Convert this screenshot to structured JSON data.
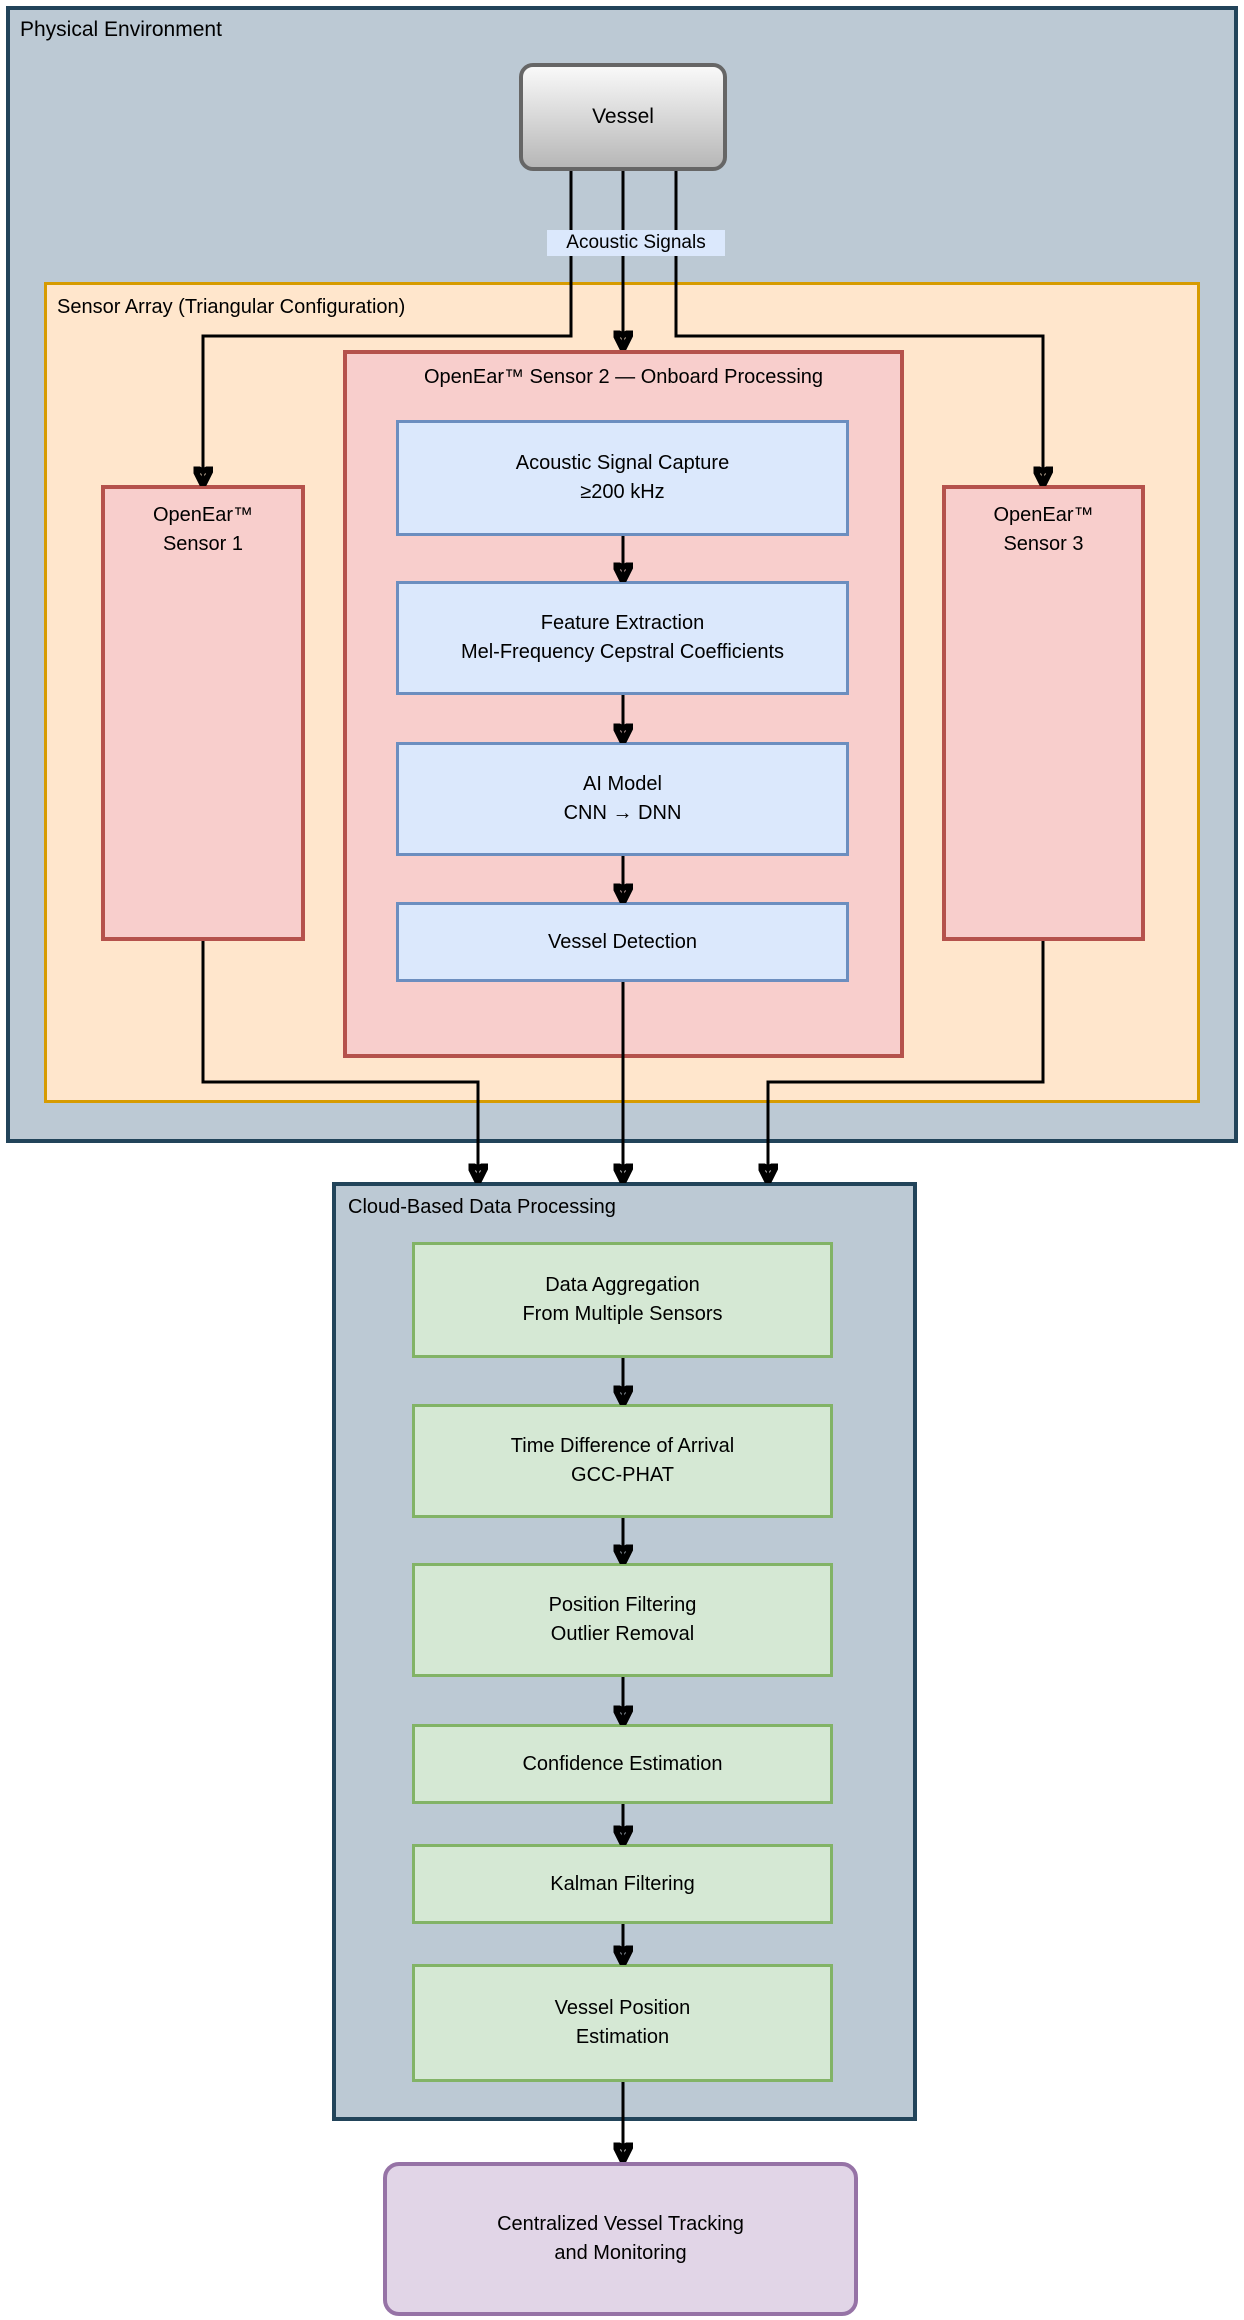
{
  "colors": {
    "outer_bg": "#bcc9d4",
    "outer_border": "#22445a",
    "orange_bg": "#ffe6cc",
    "orange_border": "#d79b00",
    "pink_bg": "#f8cecc",
    "pink_border": "#b5524c",
    "blue_bg": "#dbe8fc",
    "blue_border": "#6c8ebf",
    "green_bg": "#d5e8d4",
    "green_border": "#82b366",
    "purple_bg": "#e1d5e7",
    "purple_border": "#9673a6",
    "vessel_border": "#666666",
    "connector": "#000000"
  },
  "physical_environment": {
    "label": "Physical Environment"
  },
  "vessel": {
    "label": "Vessel"
  },
  "acoustic_signals": {
    "label": "Acoustic Signals"
  },
  "sensor_array": {
    "label": "Sensor Array (Triangular Configuration)"
  },
  "sensor2": {
    "title": "OpenEar™ Sensor 2 — Onboard Processing",
    "steps": [
      {
        "lines": [
          "Acoustic Signal Capture",
          "≥200 kHz"
        ]
      },
      {
        "lines": [
          "Feature Extraction",
          "Mel-Frequency Cepstral Coefficients"
        ]
      },
      {
        "lines": [
          "AI Model",
          "CNN → DNN"
        ]
      },
      {
        "lines": [
          "Vessel Detection"
        ]
      }
    ]
  },
  "sensor1": {
    "lines": [
      "OpenEar™",
      "Sensor 1"
    ]
  },
  "sensor3": {
    "lines": [
      "OpenEar™",
      "Sensor 3"
    ]
  },
  "cloud": {
    "title": "Cloud-Based Data Processing",
    "steps": [
      {
        "lines": [
          "Data Aggregation",
          "From Multiple Sensors"
        ]
      },
      {
        "lines": [
          "Time Difference of Arrival",
          "GCC-PHAT"
        ]
      },
      {
        "lines": [
          "Position Filtering",
          "Outlier Removal"
        ]
      },
      {
        "lines": [
          "Confidence Estimation"
        ]
      },
      {
        "lines": [
          "Kalman Filtering"
        ]
      },
      {
        "lines": [
          "Vessel Position",
          "Estimation"
        ]
      }
    ]
  },
  "output": {
    "lines": [
      "Centralized Vessel Tracking",
      "and Monitoring"
    ]
  }
}
